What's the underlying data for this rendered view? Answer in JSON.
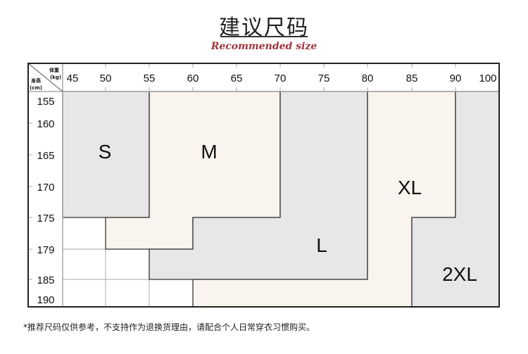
{
  "header": {
    "title": "建议尺码",
    "subtitle": "Recommended size"
  },
  "chart_data": {
    "type": "table",
    "corner": {
      "weight_label": "体重",
      "weight_unit": "(kg)",
      "height_label": "身高",
      "height_unit": "(cm)"
    },
    "weight_ticks": [
      "45",
      "50",
      "55",
      "60",
      "65",
      "70",
      "75",
      "80",
      "85",
      "90",
      "100"
    ],
    "height_ticks": [
      "155",
      "160",
      "165",
      "170",
      "175",
      "179",
      "185",
      "190"
    ],
    "colors": {
      "gray": "#e7e7e7",
      "cream": "#f9f5ee",
      "line": "#333333",
      "grid": "#a8a8a8"
    },
    "regions": [
      {
        "size": "S",
        "fill": "gray",
        "vertices": [
          [
            45,
            155
          ],
          [
            55,
            155
          ],
          [
            55,
            175
          ],
          [
            45,
            175
          ]
        ]
      },
      {
        "size": "M",
        "fill": "cream",
        "vertices": [
          [
            55,
            155
          ],
          [
            70,
            155
          ],
          [
            70,
            175
          ],
          [
            60,
            175
          ],
          [
            60,
            179
          ],
          [
            50,
            179
          ],
          [
            50,
            175
          ],
          [
            55,
            175
          ]
        ]
      },
      {
        "size": "L",
        "fill": "gray",
        "vertices": [
          [
            70,
            155
          ],
          [
            80,
            155
          ],
          [
            80,
            185
          ],
          [
            55,
            185
          ],
          [
            55,
            179
          ],
          [
            60,
            179
          ],
          [
            60,
            175
          ],
          [
            70,
            175
          ]
        ]
      },
      {
        "size": "XL",
        "fill": "cream",
        "vertices": [
          [
            80,
            155
          ],
          [
            90,
            155
          ],
          [
            90,
            175
          ],
          [
            85,
            175
          ],
          [
            85,
            190
          ],
          [
            60,
            190
          ],
          [
            60,
            185
          ],
          [
            80,
            185
          ]
        ]
      },
      {
        "size": "2XL",
        "fill": "gray",
        "vertices": [
          [
            90,
            155
          ],
          [
            100,
            155
          ],
          [
            100,
            190
          ],
          [
            85,
            190
          ],
          [
            85,
            175
          ],
          [
            90,
            175
          ]
        ]
      }
    ]
  },
  "footer": {
    "note": "*推荐尺码仅供参考，不支持作为退换货理由，请配合个人日常穿衣习惯购买。"
  }
}
